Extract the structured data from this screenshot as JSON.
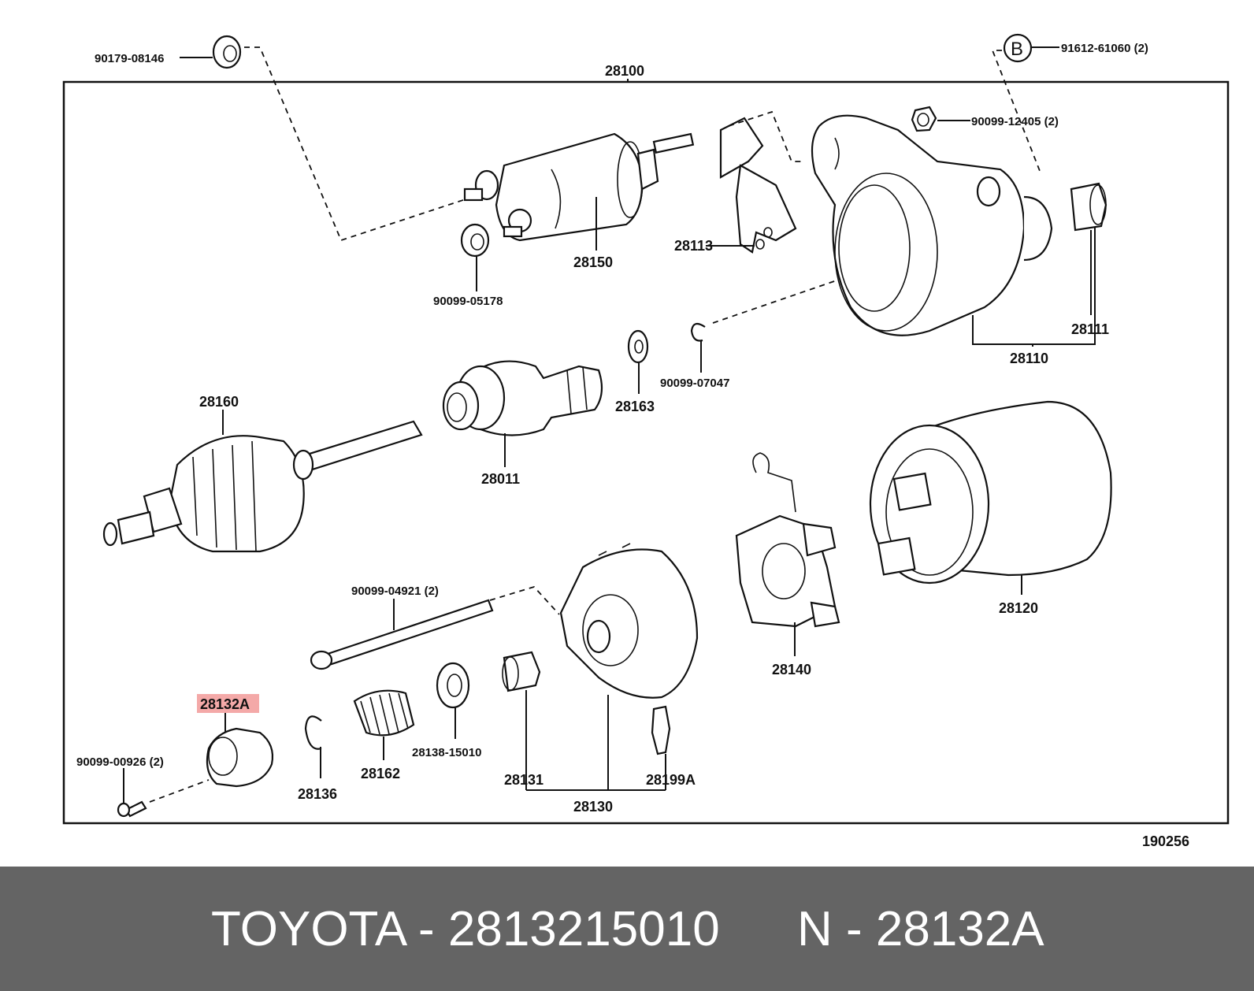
{
  "diagram": {
    "labels": {
      "l28100": "28100",
      "l90179": "90179-08146",
      "lB": "B",
      "l91612": "91612-61060 (2)",
      "l90099_12405": "90099-12405 (2)",
      "l28150": "28150",
      "l90099_05178": "90099-05178",
      "l28113": "28113",
      "l28111": "28111",
      "l28110": "28110",
      "l28160": "28160",
      "l28011": "28011",
      "l28163": "28163",
      "l90099_07047": "90099-07047",
      "l28120": "28120",
      "l28140": "28140",
      "l90099_04921": "90099-04921 (2)",
      "l28132A": "28132A",
      "l90099_00926": "90099-00926 (2)",
      "l28136": "28136",
      "l28162": "28162",
      "l28138": "28138-15010",
      "l28131": "28131",
      "l28199A": "28199A",
      "l28130": "28130",
      "l190256": "190256"
    },
    "highlight_color": "#f4a9a8"
  },
  "footer": {
    "left": "TOYOTA - 2813215010",
    "right": "N - 28132A"
  }
}
